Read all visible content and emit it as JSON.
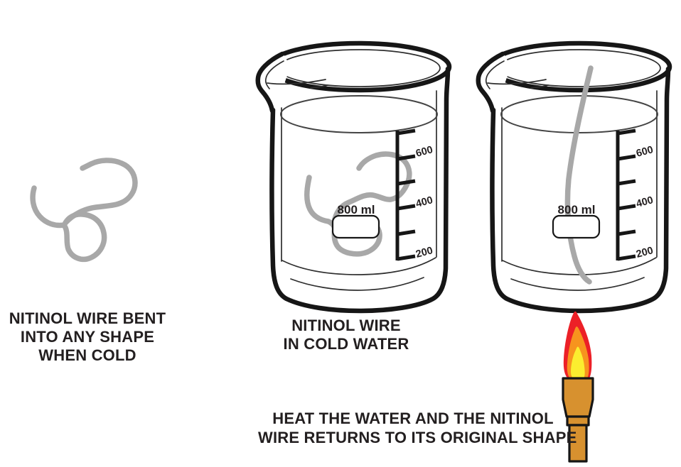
{
  "captions": {
    "cold_wire": {
      "line1": "NITINOL WIRE BENT",
      "line2": "INTO ANY SHAPE",
      "line3": "WHEN COLD"
    },
    "cold_beaker": {
      "line1": "NITINOL WIRE",
      "line2": "IN COLD WATER"
    },
    "hot_beaker": {
      "line1": "HEAT THE WATER AND THE NITINOL",
      "line2": "WIRE RETURNS TO ITS ORIGINAL SHAPE"
    }
  },
  "beakers": {
    "cold": {
      "volume_label": "800 ml",
      "scale_labels": [
        "600",
        "400",
        "200"
      ]
    },
    "hot": {
      "volume_label": "800 ml",
      "scale_labels": [
        "600",
        "400",
        "200"
      ]
    }
  },
  "colors": {
    "background": "#ffffff",
    "text": "#231f20",
    "outline": "#161616",
    "glass_thin": "#2e2e2e",
    "water_line": "#444444",
    "wire_gray": "#a8a8a8",
    "flame_red": "#ec2027",
    "flame_orange": "#f7941e",
    "flame_yellow": "#fbee2f",
    "burner_body": "#d7912f"
  }
}
